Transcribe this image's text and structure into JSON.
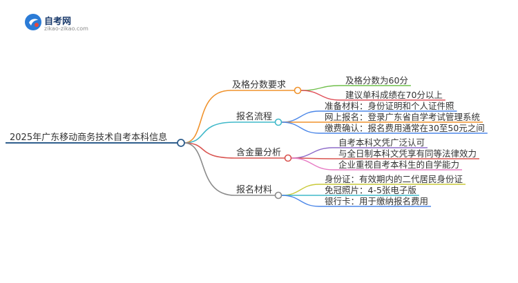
{
  "brand": {
    "name": "自考网",
    "url": "zikao-zikao.com"
  },
  "mindmap": {
    "root": "2025年广东移动商务技术自考本科信息",
    "branches": [
      {
        "label": "及格分数要求",
        "color": "#f0922b",
        "leaves": [
          "及格分数为60分",
          "建议单科成绩在70分以上"
        ],
        "leaf_colors": [
          "#6fbf4a",
          "#e0505a"
        ]
      },
      {
        "label": "报名流程",
        "color": "#3fb8c9",
        "leaves": [
          "准备材料：身份证明和个人证件照",
          "网上报名：登录广东省自学考试管理系统",
          "缴费确认：报名费用通常在30至50元之间"
        ],
        "leaf_colors": [
          "#4a86e8",
          "#f0922b",
          "#4a86e8"
        ]
      },
      {
        "label": "含金量分析",
        "color": "#d9534f",
        "leaves": [
          "自考本科文凭广泛认可",
          "与全日制本科文凭享有同等法律效力",
          "企业重视自考本科生的自学能力"
        ],
        "leaf_colors": [
          "#8e6bc9",
          "#d9534f",
          "#e77bc4"
        ]
      },
      {
        "label": "报名材料",
        "color": "#8a8a8a",
        "leaves": [
          "身份证：有效期内的二代居民身份证",
          "免冠照片：4-5张电子版",
          "银行卡：用于缴纳报名费用"
        ],
        "leaf_colors": [
          "#c9c938",
          "#3fb8c9",
          "#4a86e8"
        ]
      }
    ]
  },
  "colors": {
    "root_line": "#2e5d8c",
    "circle_fill": "#ffffff"
  }
}
